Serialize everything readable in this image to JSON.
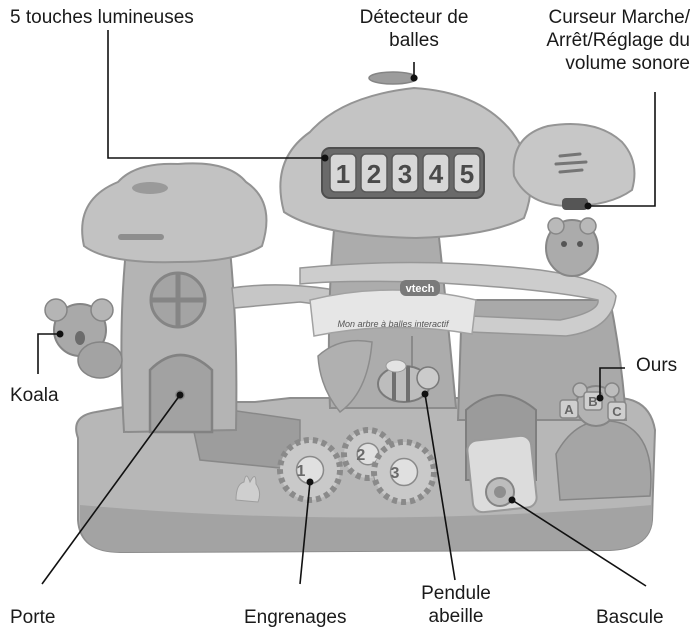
{
  "labels": {
    "touches": "5 touches lumineuses",
    "detecteur_l1": "Détecteur de",
    "detecteur_l2": "balles",
    "curseur_l1": "Curseur Marche/",
    "curseur_l2": "Arrêt/Réglage du",
    "curseur_l3": "volume sonore",
    "ours": "Ours",
    "koala": "Koala",
    "porte": "Porte",
    "engrenages": "Engrenages",
    "pendule_l1": "Pendule",
    "pendule_l2": "abeille",
    "bascule": "Bascule"
  },
  "toy": {
    "brand": "vtech",
    "banner_text": "Mon arbre à balles interactif",
    "buttons": [
      "1",
      "2",
      "3",
      "4",
      "5"
    ],
    "gears": [
      "1",
      "2",
      "3"
    ],
    "blocks": [
      "A",
      "B",
      "C"
    ]
  },
  "colors": {
    "toy_light": "#bdbdbd",
    "toy_mid": "#a6a6a6",
    "toy_dark": "#8a8a8a",
    "leader_line": "#111111",
    "text": "#1a1a1a"
  }
}
